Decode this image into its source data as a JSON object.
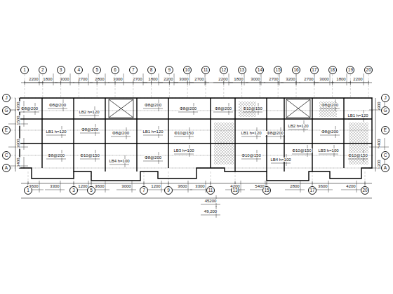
{
  "diagram": {
    "nodes": [
      {
        "text": [
          "1"
        ]
      },
      {
        "text": [
          "2"
        ]
      },
      {
        "text": [
          "3"
        ]
      },
      {
        "text": [
          "4"
        ]
      },
      {
        "text": [
          "5"
        ]
      },
      {
        "text": [
          "6"
        ]
      },
      {
        "text": [
          "7"
        ]
      },
      {
        "text": [
          "8"
        ]
      },
      {
        "text": [
          "9"
        ]
      },
      {
        "text": [
          "10"
        ]
      },
      {
        "text": [
          "11"
        ]
      },
      {
        "text": [
          "12"
        ]
      },
      {
        "text": [
          "13"
        ]
      },
      {
        "text": [
          "14"
        ]
      },
      {
        "text": [
          "15"
        ]
      },
      {
        "text": [
          "16"
        ]
      },
      {
        "text": [
          "17"
        ]
      },
      {
        "text": [
          "18"
        ]
      },
      {
        "text": [
          "19"
        ]
      },
      {
        "text": [
          "20"
        ]
      },
      {
        "text": [
          "J"
        ]
      },
      {
        "text": [
          "G"
        ]
      },
      {
        "text": [
          "E"
        ]
      },
      {
        "text": [
          "C"
        ]
      },
      {
        "text": [
          "A"
        ]
      },
      {
        "text": [
          "J"
        ]
      },
      {
        "text": [
          "G"
        ]
      },
      {
        "text": [
          "E"
        ]
      },
      {
        "text": [
          "C"
        ]
      },
      {
        "text": [
          "A"
        ]
      },
      {
        "text": [
          "1"
        ]
      },
      {
        "text": [
          "3"
        ]
      },
      {
        "text": [
          "5"
        ]
      },
      {
        "text": [
          "7"
        ]
      },
      {
        "text": [
          "9"
        ]
      },
      {
        "text": [
          "11"
        ]
      },
      {
        "text": [
          "13"
        ]
      },
      {
        "text": [
          "15"
        ]
      },
      {
        "text": [
          "17"
        ]
      },
      {
        "text": [
          "20"
        ]
      }
    ],
    "labels": [
      "2200",
      "1800",
      "3000",
      "2700",
      "2800",
      "3000",
      "2700",
      "1800",
      "2200",
      "3000",
      "2700",
      "2200",
      "1800",
      "3000",
      "2700",
      "3200",
      "2700",
      "3000",
      "1800",
      "2200",
      "3600",
      "3300",
      "1200",
      "3600",
      "3000",
      "1200",
      "3600",
      "3300",
      "4200",
      "5400",
      "2800",
      "3600",
      "4200",
      "45200",
      "49,200",
      "4200",
      "1500",
      "3900",
      "3400",
      "3900",
      "5400",
      "1200",
      "LB1 h=120",
      "LB2 h=120",
      "LB1 h=120",
      "LB3 h=100",
      "LB1 h=120",
      "LB2 h=120",
      "LB3 h=100",
      "LB1 h=120",
      "LB4 h=100",
      "LB4 h=100",
      "Φ8@200",
      "Φ8@200",
      "Φ8@200",
      "Φ8@200",
      "Φ8@200",
      "Φ8@200",
      "Φ8@200",
      "Φ8@200",
      "Φ8@200",
      "Φ8@200",
      "Φ8@200",
      "Φ8@200",
      "Φ10@150",
      "Φ10@150",
      "Φ10@150",
      "Φ10@150",
      "Φ10@150",
      "Φ10@150"
    ]
  }
}
